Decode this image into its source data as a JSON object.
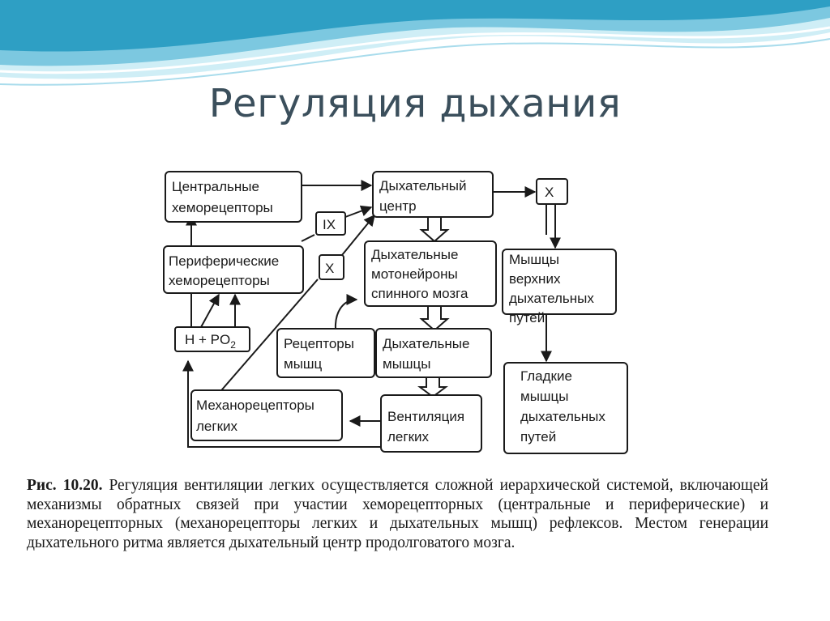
{
  "slide": {
    "title": "Регуляция дыхания"
  },
  "diagram": {
    "boxes": {
      "central_chemo": [
        "Центральные",
        "хеморецепторы"
      ],
      "resp_center": [
        "Дыхательный",
        "центр"
      ],
      "nerve_x_top": "X",
      "nerve_ix": "IX",
      "nerve_x_mid": "X",
      "peripheral_chemo": [
        "Периферические",
        "хеморецепторы"
      ],
      "motoneurons": [
        "Дыхательные",
        "мотонейроны",
        "спинного мозга"
      ],
      "upper_airway_muscles": [
        "Мышцы",
        "верхних",
        "дыхательных",
        "путей"
      ],
      "h_po2": "H + PO",
      "h_po2_sub": "2",
      "muscle_receptors": [
        "Рецепторы",
        "мышц"
      ],
      "resp_muscles": [
        "Дыхательные",
        "мышцы"
      ],
      "smooth_muscles": [
        "Гладкие",
        "мышцы",
        "дыхательных",
        "путей"
      ],
      "lung_mechano": [
        "Механорецепторы",
        "легких"
      ],
      "ventilation": [
        "Вентиляция",
        "легких"
      ]
    }
  },
  "caption": {
    "label": "Рис. 10.20.",
    "text": " Регуляция вентиляции легких осуществляется сложной иерархической системой, включающей механизмы обратных связей при участии хеморецепторных (центральные и периферические) и механорецепторных (механорецепторы легких и дыхательных мышц) рефлексов. Местом генерации дыхательного ритма является дыхательный центр продолговатого мозга."
  },
  "colors": {
    "title": "#3b4f5c",
    "wave_dark": "#2e9fc4",
    "wave_light": "#a9dcec",
    "ink": "#1a1a1a"
  }
}
